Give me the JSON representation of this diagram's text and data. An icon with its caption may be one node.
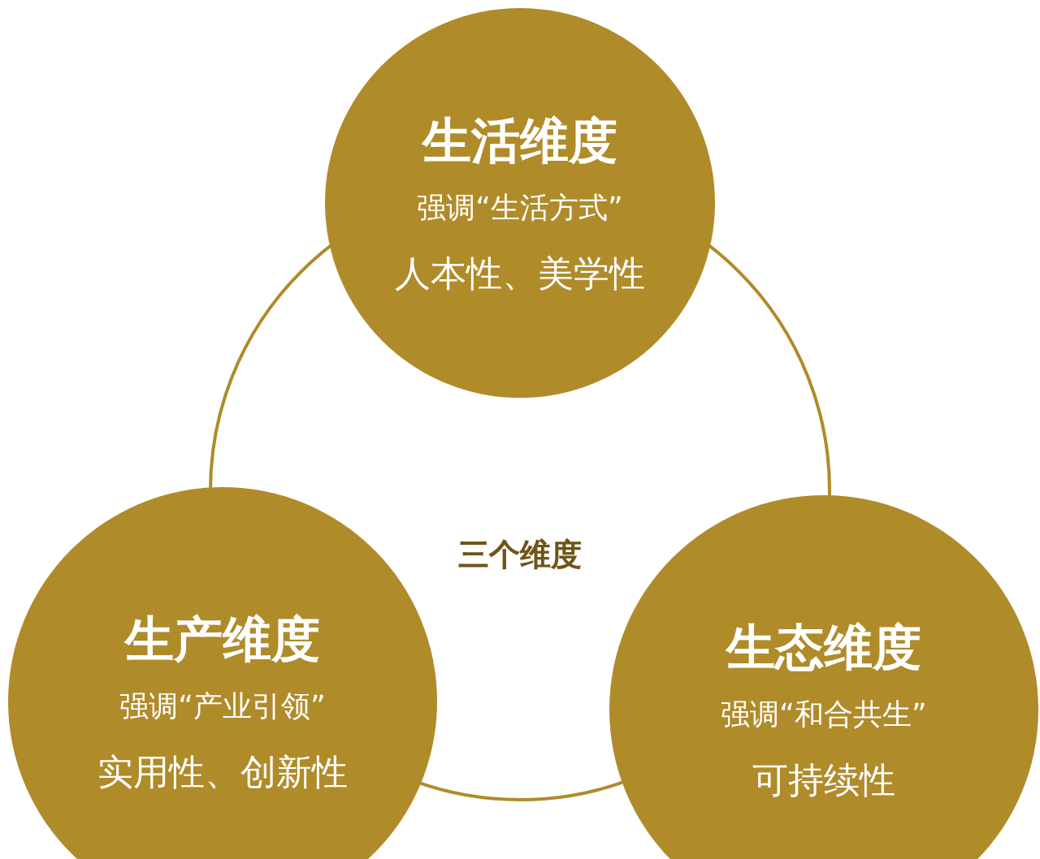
{
  "diagram": {
    "nodes": [
      {
        "text": [
          "三个维度"
        ]
      },
      {
        "text": [
          "生活维度",
          "强调“生活方式”",
          "人本性、美学性"
        ]
      },
      {
        "text": [
          "生产维度",
          "强调“产业引领”",
          "实用性、创新性"
        ]
      },
      {
        "text": [
          "生态维度",
          "强调“和合共生”",
          "可持续性"
        ]
      }
    ],
    "edges": []
  }
}
